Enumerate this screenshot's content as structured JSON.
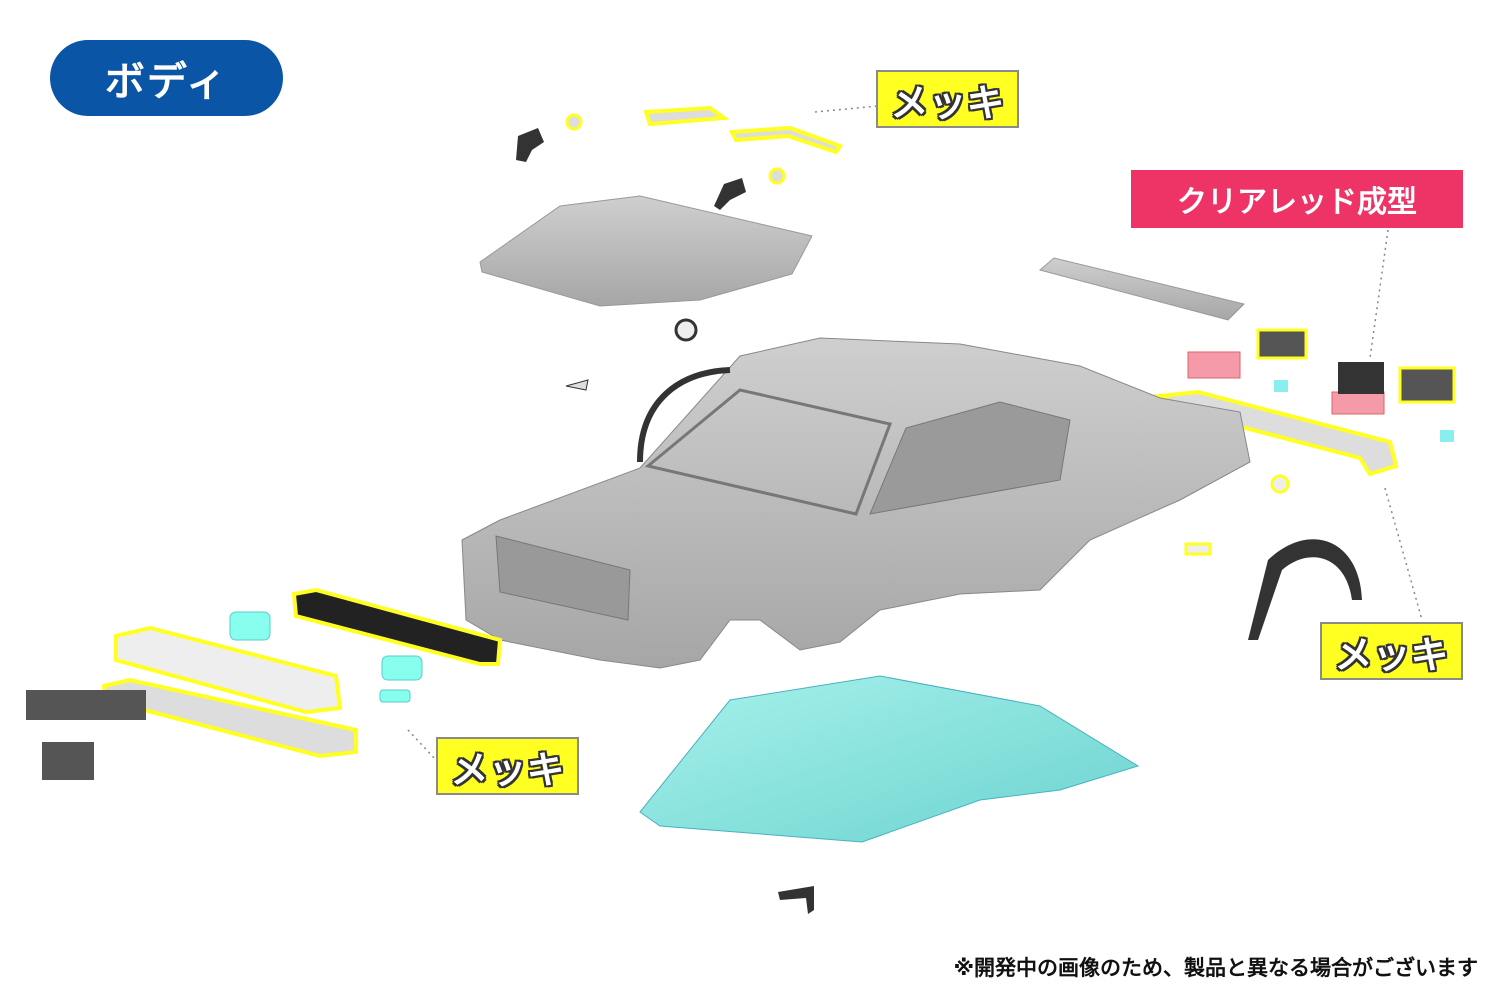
{
  "labels": {
    "section_title": "ボディ",
    "plated_top": "メッキ",
    "plated_right": "メッキ",
    "plated_bottom": "メッキ",
    "clear_red": "クリアレッド成型"
  },
  "footnote": "※開発中の画像のため、製品と異なる場合がございます",
  "colors": {
    "title_bg": "#0a55a6",
    "plated_highlight": "#ffff22",
    "clear_red_bg": "#ee3366",
    "body_gray": "#b8b8b8",
    "window_clear": "#7fe0dc"
  }
}
